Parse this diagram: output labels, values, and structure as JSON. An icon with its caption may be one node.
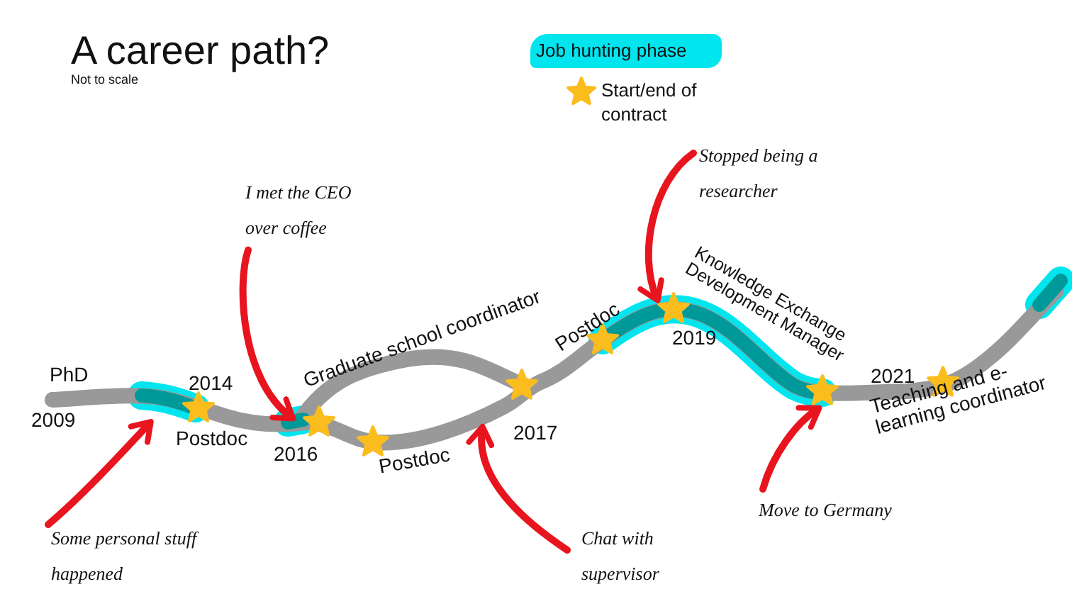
{
  "diagram": {
    "title": "A career path?",
    "nodes": [
      {
        "text": [
          "I met the CEO over coffee"
        ]
      },
      {
        "text": [
          "Stopped being a researcher"
        ]
      },
      {
        "text": [
          "Some personal stuff happened"
        ]
      },
      {
        "text": [
          "Chat with supervisor"
        ]
      },
      {
        "text": [
          "Move to Germany"
        ]
      }
    ],
    "edges": [
      {
        "from": 0,
        "to": null,
        "arrow": "to"
      },
      {
        "from": 1,
        "to": null,
        "arrow": "to"
      },
      {
        "from": 2,
        "to": null,
        "arrow": "to"
      },
      {
        "from": 3,
        "to": null,
        "arrow": "to"
      },
      {
        "from": 4,
        "to": null,
        "arrow": "to"
      }
    ],
    "labels": [
      "Not to scale",
      "PhD",
      "2009",
      "2014",
      "Postdoc",
      "Graduate school coordinator",
      "2016",
      "Postdoc",
      "2017",
      "Postdoc",
      "2019",
      "Knowledge Exchange Development Manager",
      "2021",
      "Teaching and e-learning coordinator"
    ],
    "legend": [
      {
        "text": "Job hunting phase",
        "color": "#00e5ee"
      },
      {
        "text": "Start/end of contract"
      }
    ]
  }
}
